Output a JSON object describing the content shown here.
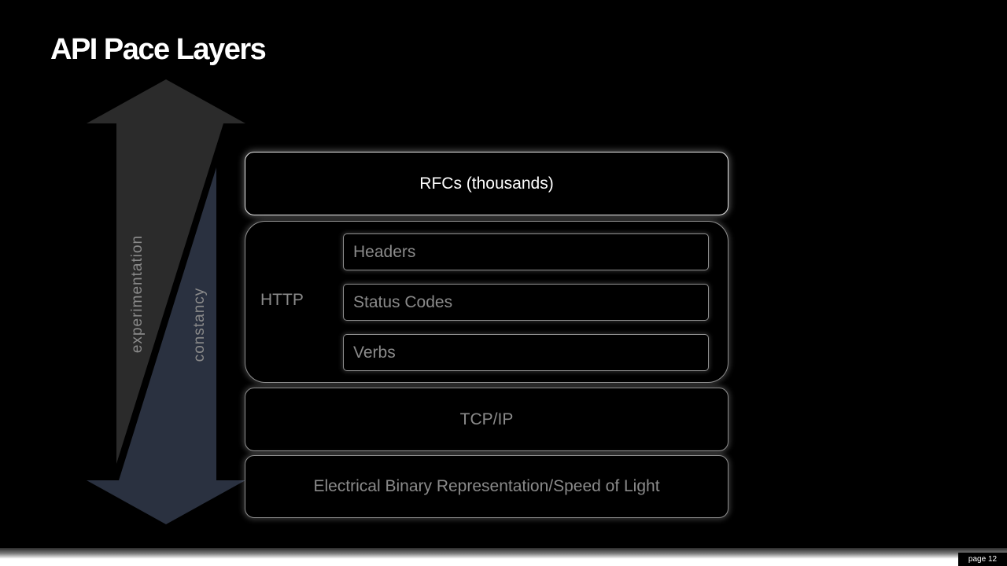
{
  "title": "API Pace Layers",
  "arrow": {
    "up_label": "experimentation",
    "down_label": "constancy",
    "up_color": "#2b2b2b",
    "down_color": "#2a3140"
  },
  "layers": {
    "top": "RFCs (thousands)",
    "http": {
      "label": "HTTP",
      "items": [
        "Headers",
        "Status Codes",
        "Verbs"
      ]
    },
    "transport": "TCP/IP",
    "physical": "Electrical Binary Representation/Speed of Light"
  },
  "footer": {
    "page_label": "page 12"
  }
}
